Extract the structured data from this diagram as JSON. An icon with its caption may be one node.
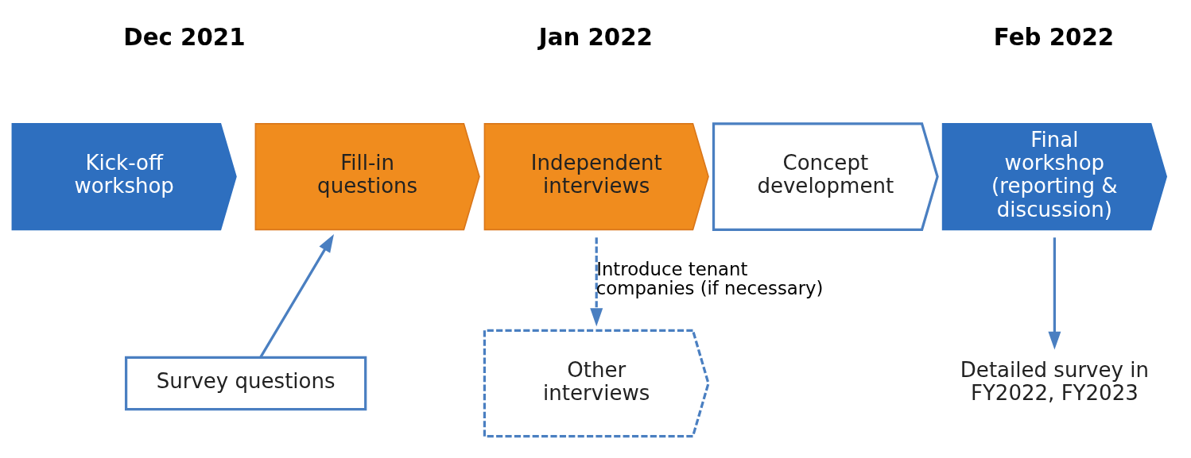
{
  "diagram": {
    "nodes": [
      {
        "text": [
          "Kick-off workshop"
        ]
      },
      {
        "text": [
          "Fill-in questions"
        ]
      },
      {
        "text": [
          "Independent interviews"
        ]
      },
      {
        "text": [
          "Concept development"
        ]
      },
      {
        "text": [
          "Final workshop (reporting & discussion)"
        ]
      },
      {
        "text": [
          "Survey questions"
        ]
      },
      {
        "text": [
          "Other interviews"
        ]
      },
      {
        "text": [
          "Detailed survey in FY2022, FY2023"
        ]
      }
    ],
    "edges": [
      {
        "from": 5,
        "to": 1,
        "arrow": "to"
      },
      {
        "from": 2,
        "to": 6,
        "arrow": "to",
        "label": "Introduce tenant companies (if necessary)",
        "style": "dashed"
      },
      {
        "from": 4,
        "to": 7,
        "arrow": "to"
      }
    ],
    "labels": [
      "Dec 2021",
      "Jan 2022",
      "Feb 2022"
    ]
  }
}
